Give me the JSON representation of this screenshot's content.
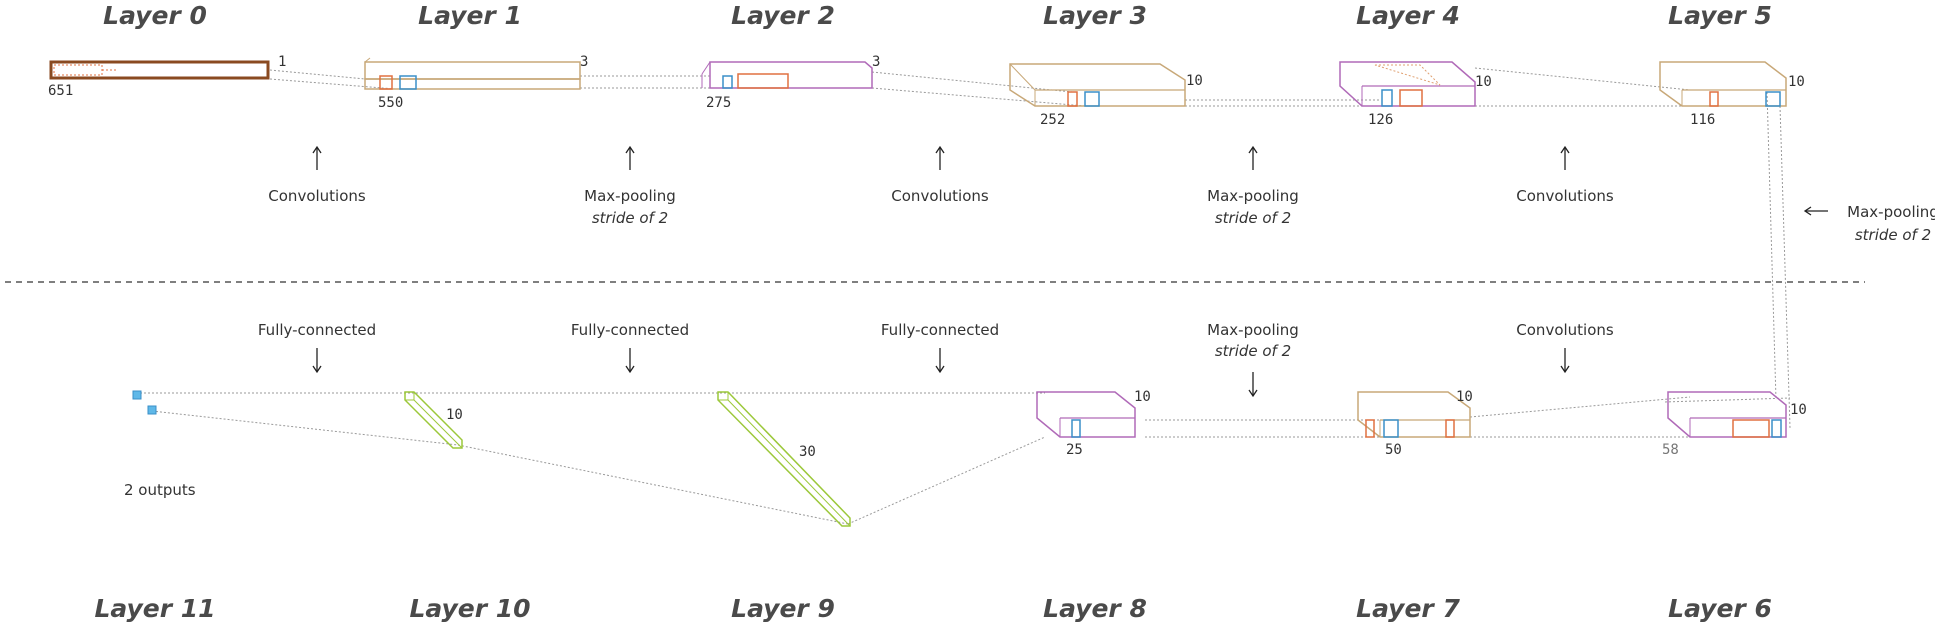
{
  "layers": {
    "l0": "Layer 0",
    "l1": "Layer 1",
    "l2": "Layer 2",
    "l3": "Layer 3",
    "l4": "Layer 4",
    "l5": "Layer 5",
    "l6": "Layer 6",
    "l7": "Layer 7",
    "l8": "Layer 8",
    "l9": "Layer 9",
    "l10": "Layer 10",
    "l11": "Layer 11"
  },
  "operations": {
    "conv": "Convolutions",
    "maxpool": "Max-pooling",
    "stride": "stride of 2",
    "fc": "Fully-connected"
  },
  "dims": {
    "l0_len": "651",
    "l0_depth": "1",
    "l1_len": "550",
    "l1_depth": "3",
    "l2_len": "275",
    "l2_depth": "3",
    "l3_len": "252",
    "l3_depth": "10",
    "l4_len": "126",
    "l4_depth": "10",
    "l5_len": "116",
    "l5_depth": "10",
    "l6_len": "58",
    "l6_depth": "10",
    "l7_len": "50",
    "l7_depth": "10",
    "l8_len": "25",
    "l8_depth": "10",
    "l9_units": "30",
    "l10_units": "10"
  },
  "outputs_label": "2 outputs",
  "colors": {
    "conv_block": "#c8a878",
    "pool_block": "#b06ab8",
    "input_block": "#8a4a20",
    "fc_block": "#9cc83a",
    "kernel_blue": "#3a8fc8",
    "kernel_orange": "#e07040",
    "output_node": "#5fb8e8"
  }
}
